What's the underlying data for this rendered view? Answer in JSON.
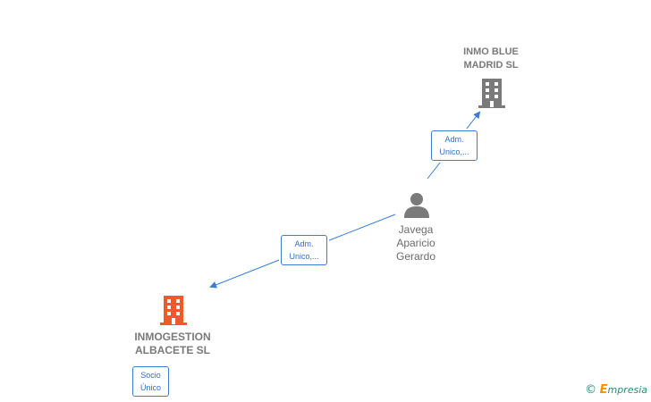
{
  "nodes": {
    "inmo_blue": {
      "label": "INMO BLUE\nMADRID  SL",
      "icon": "building-icon",
      "color": "#7a7a7a"
    },
    "person": {
      "label": "Javega\nAparicio\nGerardo",
      "icon": "person-icon",
      "color": "#7a7a7a"
    },
    "inmogestion": {
      "label": "INMOGESTION\nALBACETE  SL",
      "icon": "building-icon",
      "color": "#f05a28"
    }
  },
  "edges": {
    "to_inmo_blue": {
      "label": "Adm.\nUnico,..."
    },
    "to_inmogestion": {
      "label": "Adm.\nUnico,..."
    }
  },
  "tags": {
    "socio_unico": {
      "label": "Socio\nÚnico"
    }
  },
  "brand": {
    "copyright": "©",
    "e": "E",
    "rest": "mpresia"
  },
  "colors": {
    "edge": "#3a7fd5",
    "edge_text": "#2e6fc8"
  }
}
